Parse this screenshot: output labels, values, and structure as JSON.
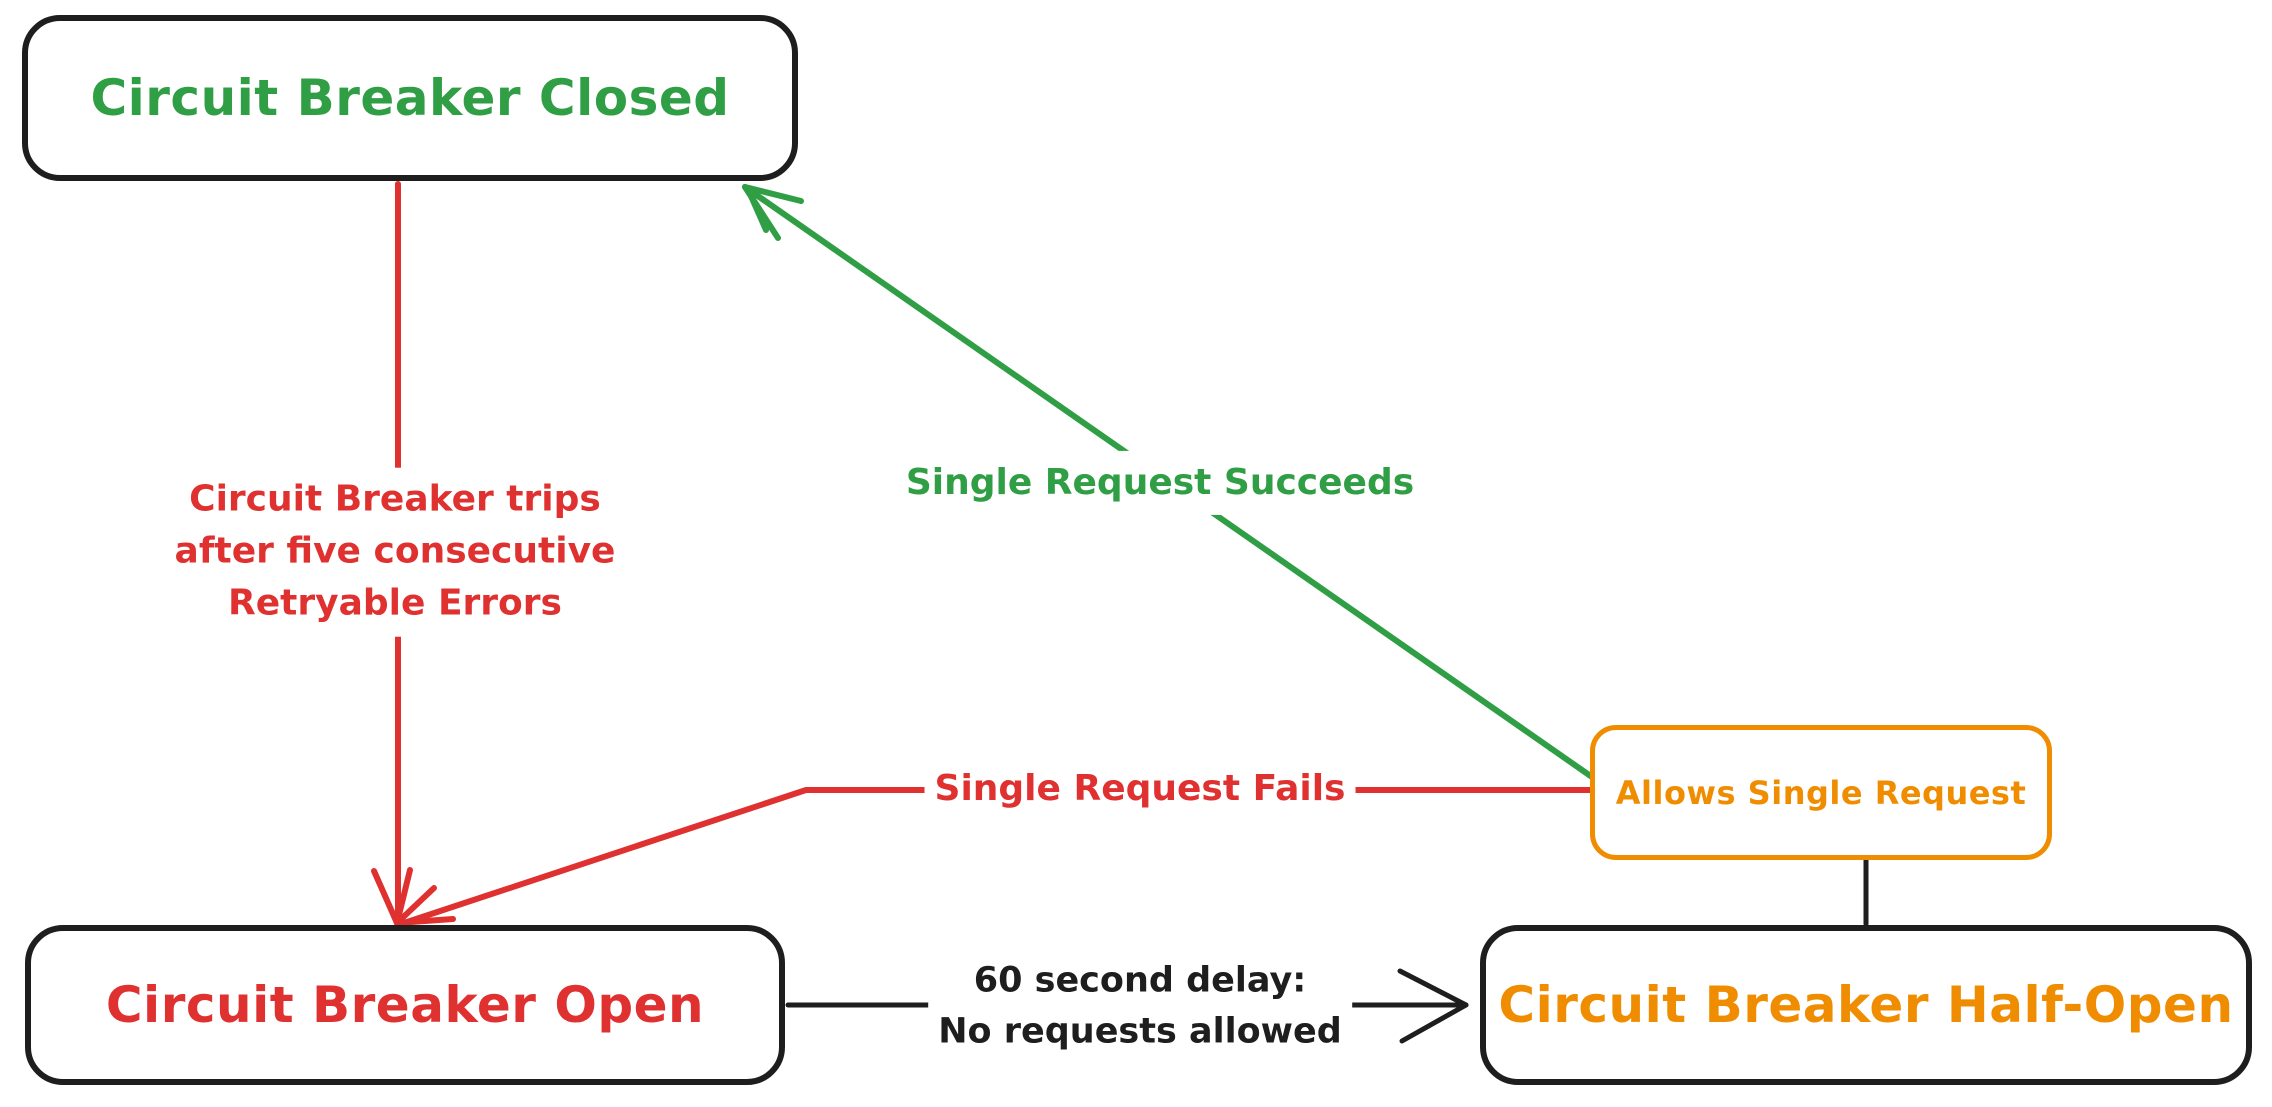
{
  "colors": {
    "background": "#ffffff",
    "black": "#1e1e1e",
    "green": "#2f9e44",
    "red": "#e03131",
    "orange": "#f08c00"
  },
  "diagram": {
    "type": "state-diagram",
    "nodes": {
      "closed": {
        "label": "Circuit Breaker Closed",
        "text_color": "green",
        "border_color": "black"
      },
      "open": {
        "label": "Circuit Breaker Open",
        "text_color": "red",
        "border_color": "black"
      },
      "half_open": {
        "label": "Circuit Breaker Half-Open",
        "text_color": "orange",
        "border_color": "black"
      },
      "allows": {
        "label": "Allows Single Request",
        "text_color": "orange",
        "border_color": "orange"
      }
    },
    "edges": {
      "trips": {
        "from": "closed",
        "to": "open",
        "color": "red",
        "arrow": true,
        "label_lines": [
          "Circuit Breaker trips",
          "after five consecutive",
          "Retryable Errors"
        ]
      },
      "succeeds": {
        "from": "allows",
        "to": "closed",
        "color": "green",
        "arrow": true,
        "label": "Single Request Succeeds"
      },
      "fails": {
        "from": "allows",
        "to": "open",
        "color": "red",
        "arrow": true,
        "label": "Single Request Fails"
      },
      "delay": {
        "from": "open",
        "to": "half_open",
        "color": "black",
        "arrow": true,
        "label_lines": [
          "60 second delay:",
          "No requests allowed"
        ]
      },
      "allows_connector": {
        "from": "allows",
        "to": "half_open",
        "color": "black",
        "arrow": false
      }
    }
  }
}
